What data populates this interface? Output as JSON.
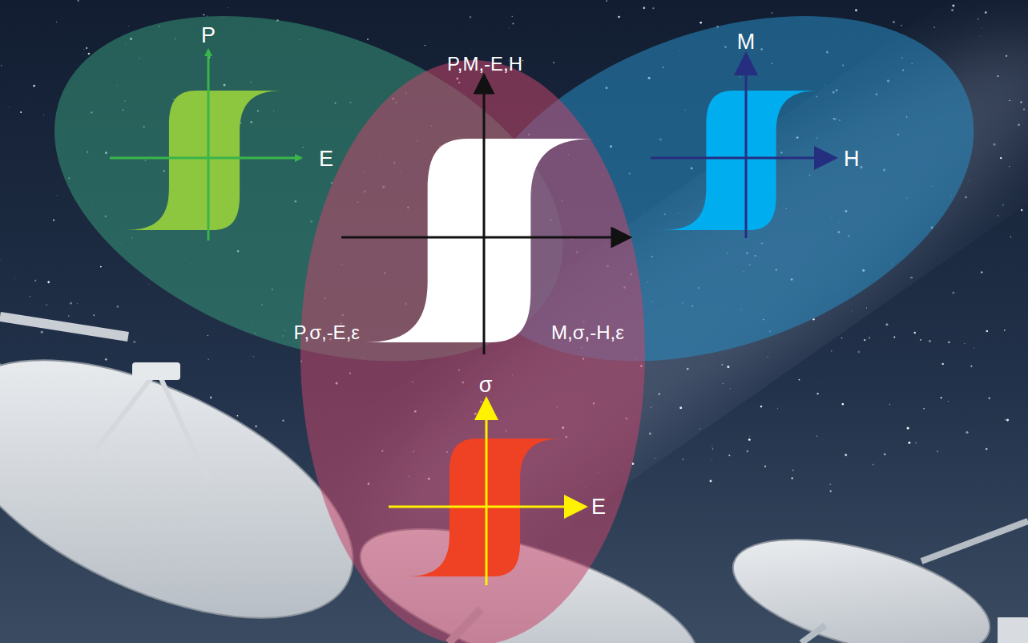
{
  "diagram": {
    "nodes": [
      {
        "text": [
          "P",
          "E"
        ]
      },
      {
        "text": [
          "M",
          "H"
        ]
      },
      {
        "text": [
          "σ",
          "E"
        ]
      }
    ],
    "labels": [
      "P,M,-E,H",
      "P,σ,-E,ε",
      "M,σ,-H,ε"
    ]
  }
}
